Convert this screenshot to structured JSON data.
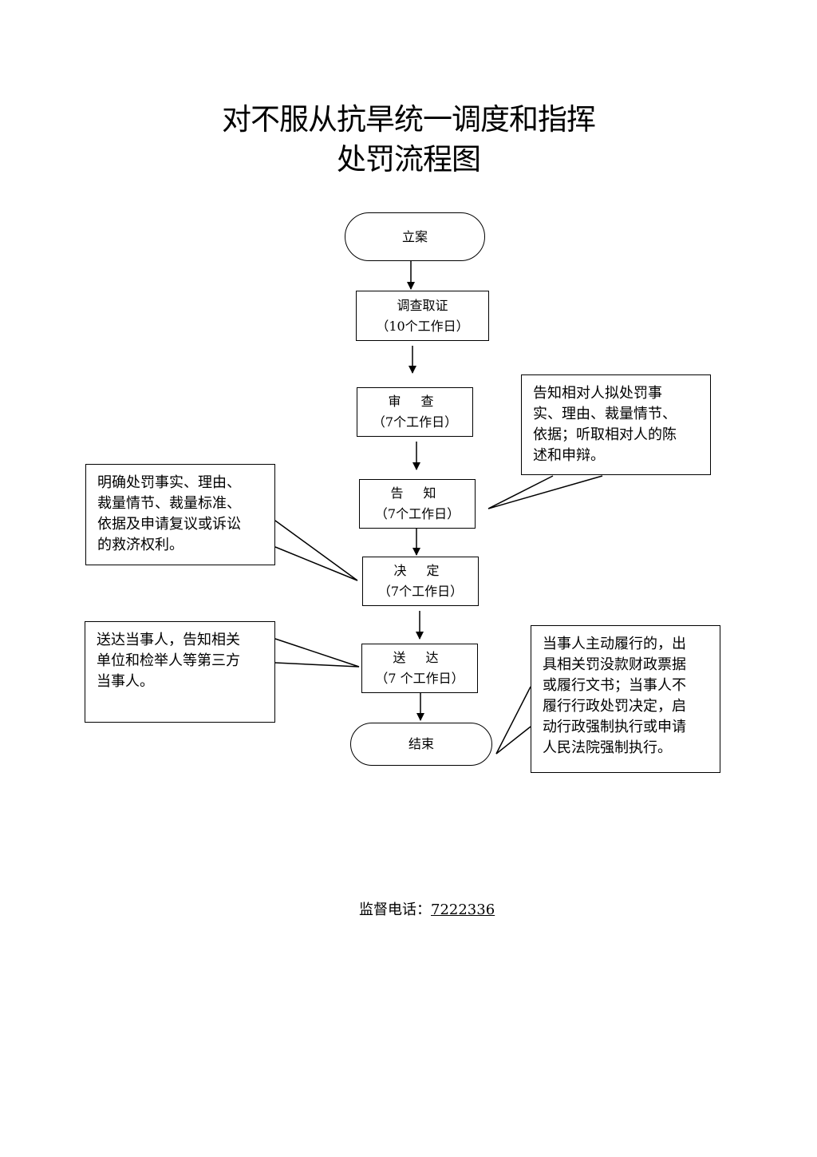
{
  "title": {
    "line1": "对不服从抗旱统一调度和指挥",
    "line2": "处罚流程图"
  },
  "steps": {
    "filing": {
      "label": "立案"
    },
    "investigation": {
      "label": "调查取证",
      "duration": "（10个工作日）"
    },
    "review": {
      "label": "审 查",
      "duration": "（7个工作日）"
    },
    "notice": {
      "label": "告 知",
      "duration": "（7个工作日）"
    },
    "decision": {
      "label": "决 定",
      "duration": "（7个工作日）"
    },
    "delivery": {
      "label": "送 达",
      "duration": "（7 个工作日）"
    },
    "end": {
      "label": "结束"
    }
  },
  "notes": {
    "notice_right": [
      "告知相对人拟处罚事",
      "实、理由、裁量情节、",
      "依据；听取相对人的陈",
      "述和申辩。"
    ],
    "decision_left": [
      "明确处罚事实、理由、",
      "裁量情节、裁量标准、",
      "依据及申请复议或诉讼",
      "的救济权利。"
    ],
    "delivery_left": [
      "送达当事人，告知相关",
      "单位和检举人等第三方",
      "当事人。"
    ],
    "end_right": [
      "当事人主动履行的，出",
      "具相关罚没款财政票据",
      "或履行文书；当事人不",
      "履行行政处罚决定，启",
      "动行政强制执行或申请",
      "人民法院强制执行。"
    ]
  },
  "footer": {
    "label": "监督电话：",
    "phone": "7222336"
  }
}
